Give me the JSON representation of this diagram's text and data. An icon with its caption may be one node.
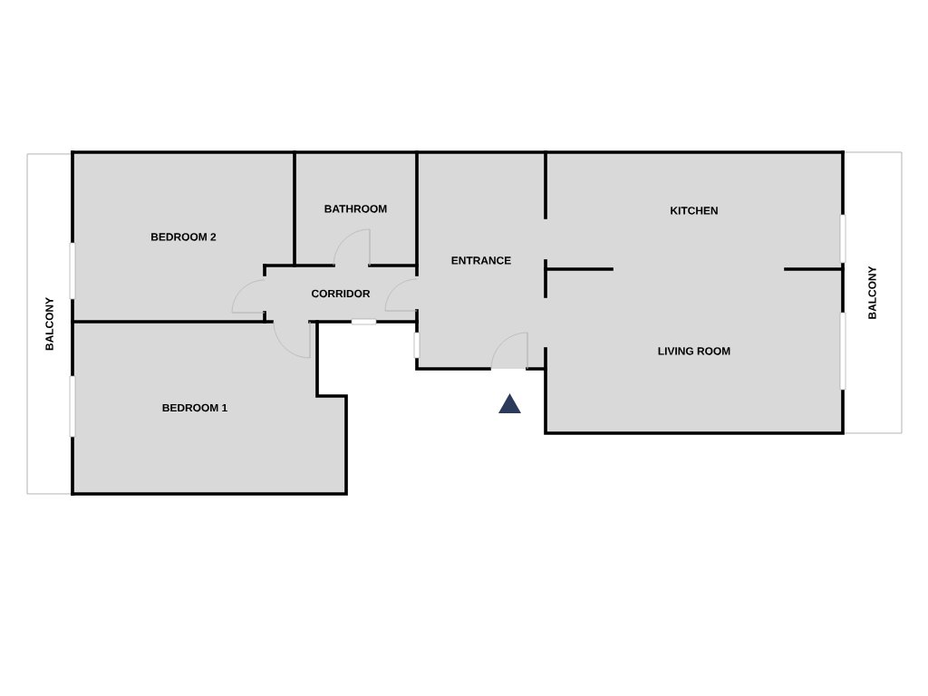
{
  "diagram": {
    "nodes": [
      {
        "text": [
          "BALCONY"
        ]
      },
      {
        "text": [
          "BEDROOM 2"
        ]
      },
      {
        "text": [
          "BATHROOM"
        ]
      },
      {
        "text": [
          "KITCHEN"
        ]
      },
      {
        "text": [
          "ENTRANCE"
        ]
      },
      {
        "text": [
          "CORRIDOR"
        ]
      },
      {
        "text": [
          "BALCONY"
        ]
      },
      {
        "text": [
          "LIVING ROOM"
        ]
      },
      {
        "text": [
          "BEDROOM 1"
        ]
      }
    ]
  }
}
